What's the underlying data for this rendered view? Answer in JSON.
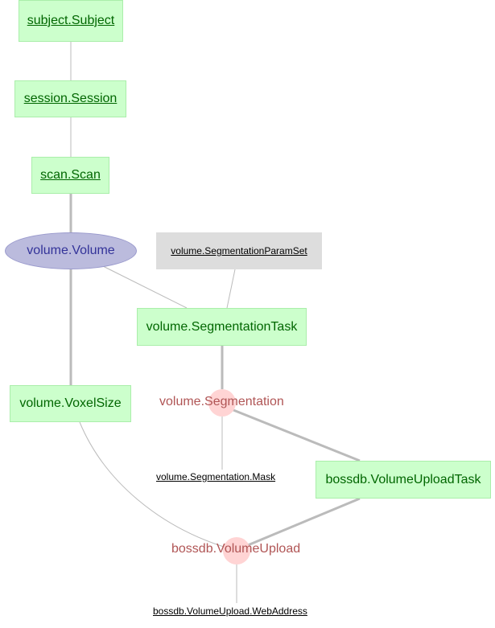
{
  "diagram": {
    "nodes": {
      "subject": "subject.Subject",
      "session": "session.Session",
      "scan": "scan.Scan",
      "volume": "volume.Volume",
      "segmentation_param_set": "volume.SegmentationParamSet",
      "segmentation_task": "volume.SegmentationTask",
      "voxel_size": "volume.VoxelSize",
      "segmentation": "volume.Segmentation",
      "segmentation_mask": "volume.Segmentation.Mask",
      "volume_upload_task": "bossdb.VolumeUploadTask",
      "volume_upload": "bossdb.VolumeUpload",
      "volume_upload_web_address": "bossdb.VolumeUpload.WebAddress"
    },
    "edges": [
      {
        "from": "subject.Subject",
        "to": "session.Session",
        "style": "thin"
      },
      {
        "from": "session.Session",
        "to": "scan.Scan",
        "style": "thin"
      },
      {
        "from": "scan.Scan",
        "to": "volume.Volume",
        "style": "thick"
      },
      {
        "from": "volume.Volume",
        "to": "volume.SegmentationTask",
        "style": "thin"
      },
      {
        "from": "volume.SegmentationParamSet",
        "to": "volume.SegmentationTask",
        "style": "thin"
      },
      {
        "from": "volume.Volume",
        "to": "volume.VoxelSize",
        "style": "thick"
      },
      {
        "from": "volume.SegmentationTask",
        "to": "volume.Segmentation",
        "style": "thick"
      },
      {
        "from": "volume.Segmentation",
        "to": "volume.Segmentation.Mask",
        "style": "thin"
      },
      {
        "from": "volume.Segmentation",
        "to": "bossdb.VolumeUploadTask",
        "style": "thick"
      },
      {
        "from": "volume.VoxelSize",
        "to": "bossdb.VolumeUpload",
        "style": "curve"
      },
      {
        "from": "bossdb.VolumeUploadTask",
        "to": "bossdb.VolumeUpload",
        "style": "thick"
      },
      {
        "from": "bossdb.VolumeUpload",
        "to": "bossdb.VolumeUpload.WebAddress",
        "style": "thin"
      }
    ],
    "colors": {
      "manual_fill": "#ccffcc",
      "manual_text": "#006600",
      "imported_fill": "#bbbbdd",
      "imported_text": "#333399",
      "lookup_fill": "#dddddd",
      "computed_fill": "#ffcccc",
      "computed_text": "#b05555",
      "edge": "#bbbbbb"
    }
  }
}
